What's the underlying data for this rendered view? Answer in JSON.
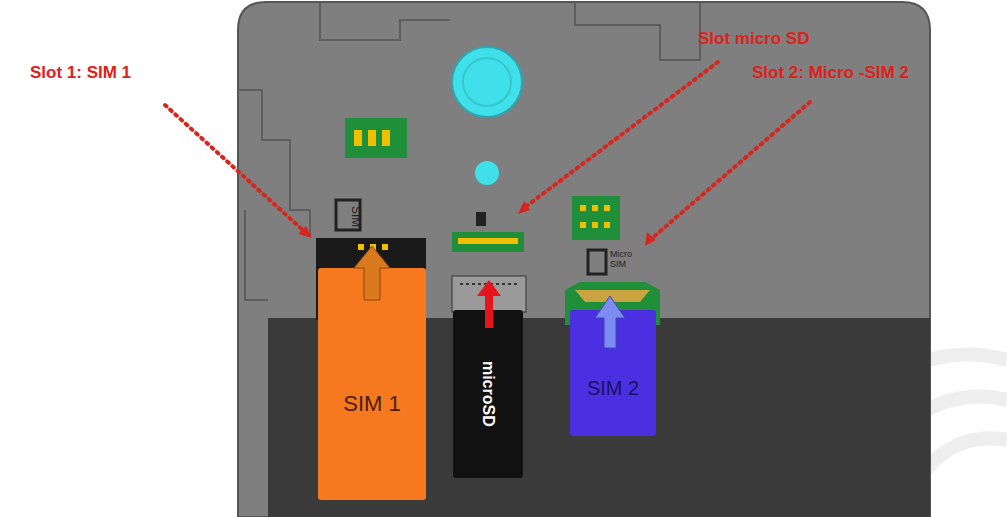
{
  "diagram": {
    "nodes": [
      {
        "text": [
          "SIM 1"
        ]
      },
      {
        "text": [
          "microSD"
        ]
      },
      {
        "text": [
          "SIM 2"
        ]
      }
    ],
    "labels": [
      "Slot 1: SIM 1",
      "Slot micro SD",
      "Slot 2: Micro -SIM 2",
      "SIM",
      "Micro SIM"
    ]
  }
}
